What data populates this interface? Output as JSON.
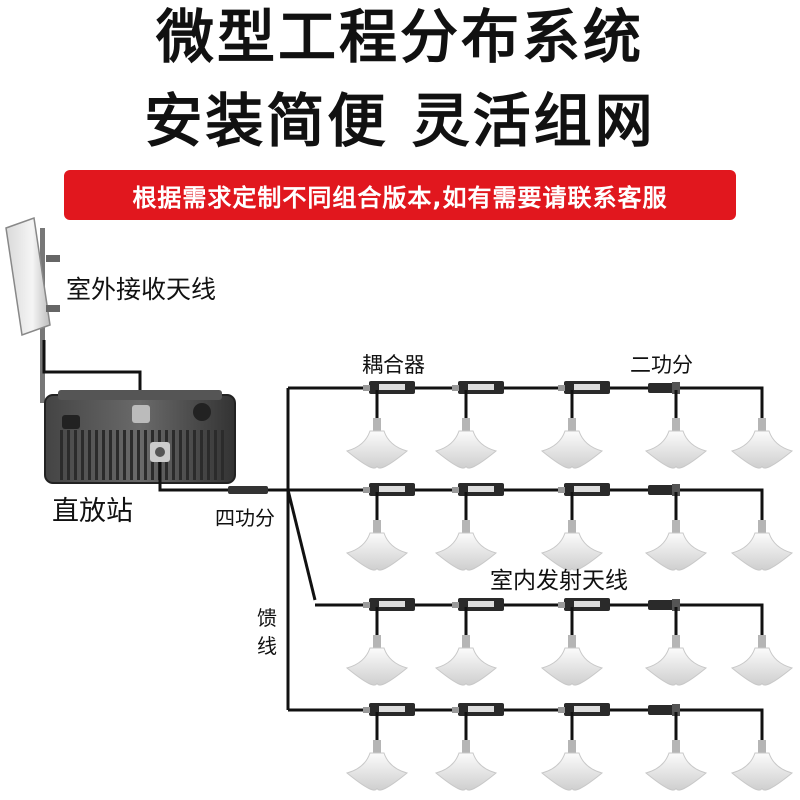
{
  "header": {
    "title_line1": "微型工程分布系统",
    "title_line2": "安装简便 灵活组网",
    "banner_text": "根据需求定制不同组合版本,如有需要请联系客服",
    "banner_color": "#e1171e"
  },
  "diagram": {
    "outdoor_antenna_label": "室外接收天线",
    "repeater_label": "直放站",
    "four_way_splitter_label": "四功分",
    "feeder_label_1": "馈",
    "feeder_label_2": "线",
    "coupler_label": "耦合器",
    "two_way_splitter_label": "二功分",
    "indoor_antenna_label": "室内发射天线",
    "rows": 4,
    "antennas_per_row": 5,
    "icons": [
      "panel-antenna-icon",
      "repeater-icon",
      "coupler-icon",
      "splitter-icon",
      "ceiling-antenna-icon"
    ],
    "cable_color": "#111111"
  }
}
